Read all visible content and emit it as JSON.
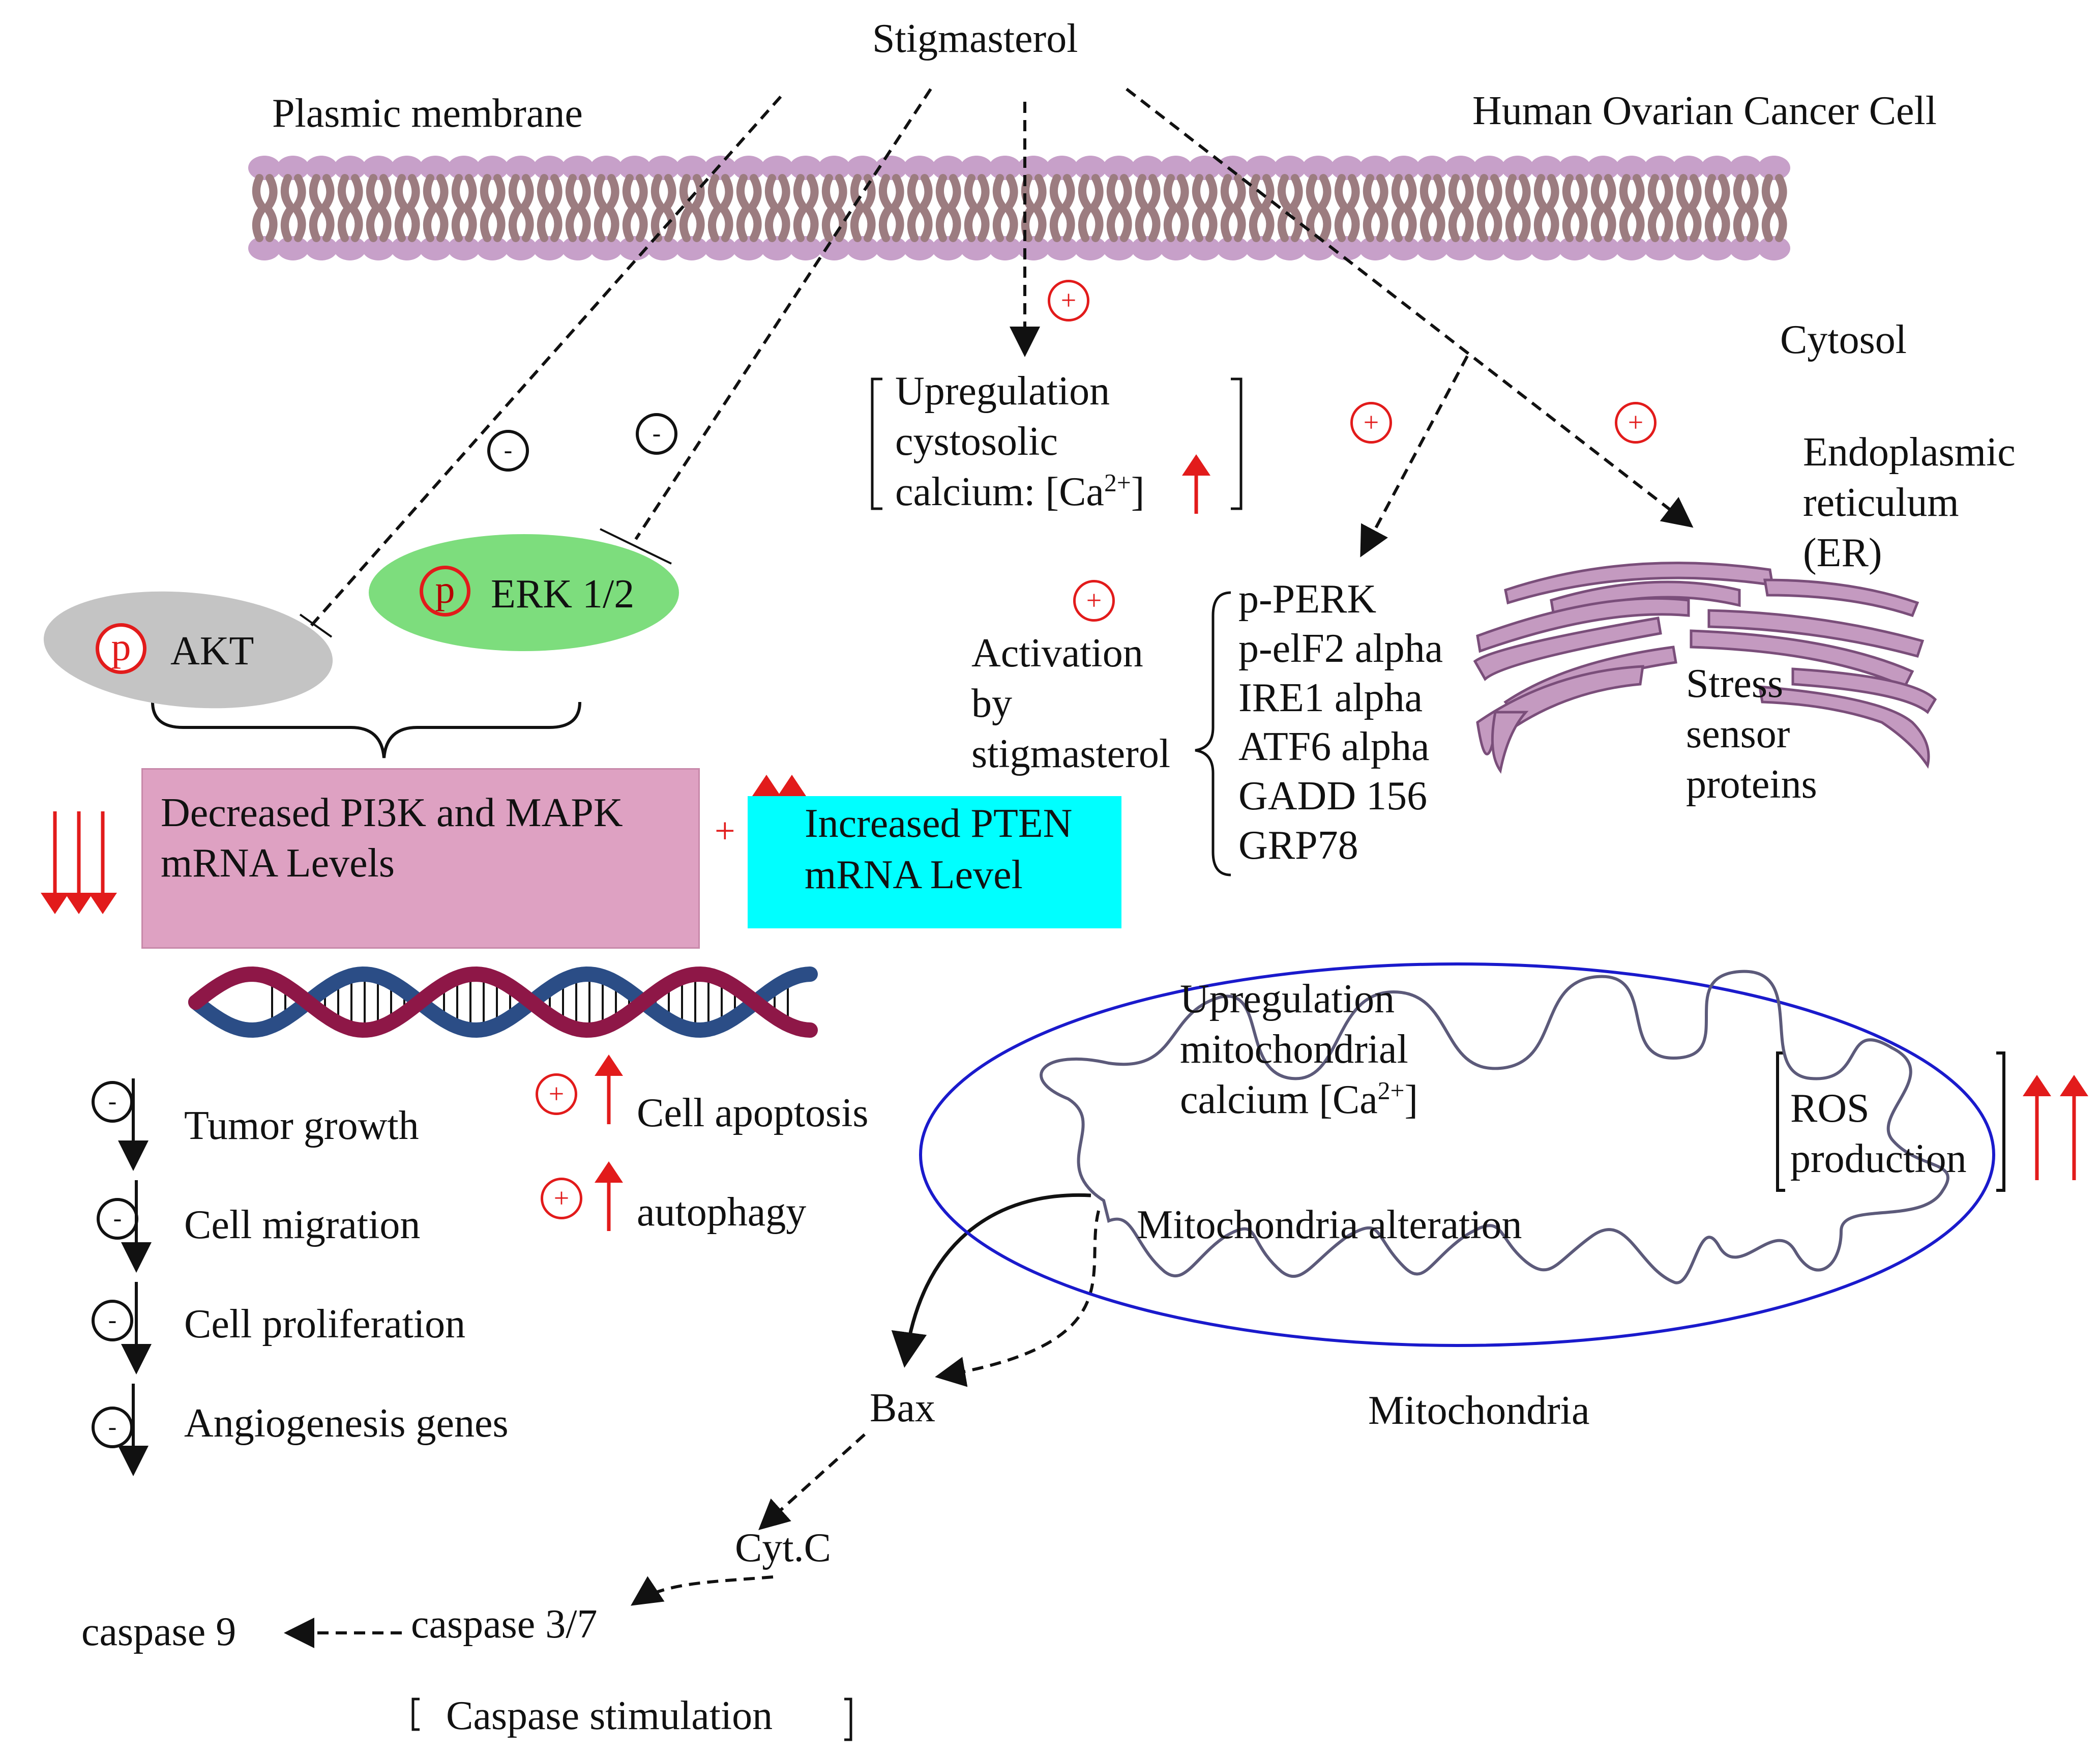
{
  "labels": {
    "stigmasterol": "Stigmasterol",
    "plasmic_membrane": "Plasmic membrane",
    "cell_type": "Human Ovarian Cancer Cell",
    "cytosol": "Cytosol",
    "er_line1": "Endoplasmic",
    "er_line2": "reticulum",
    "er_line3": "(ER)",
    "stress1": "Stress",
    "stress2": "sensor",
    "stress3": "proteins",
    "ca_line1": "Upregulation",
    "ca_line2": "cystosolic",
    "ca_line3": "calcium: [Ca",
    "ca_sup": "2+",
    "ca_close": "]",
    "activation1": "Activation",
    "activation2": "by",
    "activation3": "stigmasterol",
    "p_symbol": "p",
    "akt": "AKT",
    "erk": "ERK 1/2",
    "decreased1": "Decreased PI3K and MAPK",
    "decreased2": "mRNA Levels",
    "plus_sign": "+",
    "minus_sign": "-",
    "increased1": "Increased PTEN",
    "increased2": "mRNA Level",
    "mito_ca1": "Upregulation",
    "mito_ca2": "mitochondrial",
    "mito_ca3": "calcium [Ca",
    "mito_ca_sup": "2+",
    "mito_ca_close": "]",
    "ros1": "ROS",
    "ros2": "production",
    "mito_alt": "Mitochondria alteration",
    "mitochondria": "Mitochondria",
    "cell_apoptosis": "Cell apoptosis",
    "autophagy": "autophagy",
    "bax": "Bax",
    "cytc": "Cyt.C",
    "casp37": "caspase 3/7",
    "casp9": "caspase 9",
    "caspase_stim": "Caspase stimulation"
  },
  "er_proteins": [
    "p-PERK",
    "p-elF2 alpha",
    "IRE1 alpha",
    "ATF6 alpha",
    "GADD 156",
    "GRP78"
  ],
  "inhibited": [
    "Tumor growth",
    "Cell migration",
    "Cell proliferation",
    "Angiogenesis genes"
  ],
  "colors": {
    "arrow_red": "#e21b1b",
    "akt_gray": "#c4c4c4",
    "erk_green": "#7ddd7d",
    "decreased_box": "#dea1c2",
    "increased_box": "#00ffff",
    "membrane_head": "#c7a0c9",
    "membrane_tail": "#9c7c80",
    "er_fill": "#c49ac0",
    "mito_outline": "#1a1acc",
    "mito_inner": "#5c5a7a",
    "dna_blue": "#2b4d86",
    "dna_red": "#8e1747"
  }
}
